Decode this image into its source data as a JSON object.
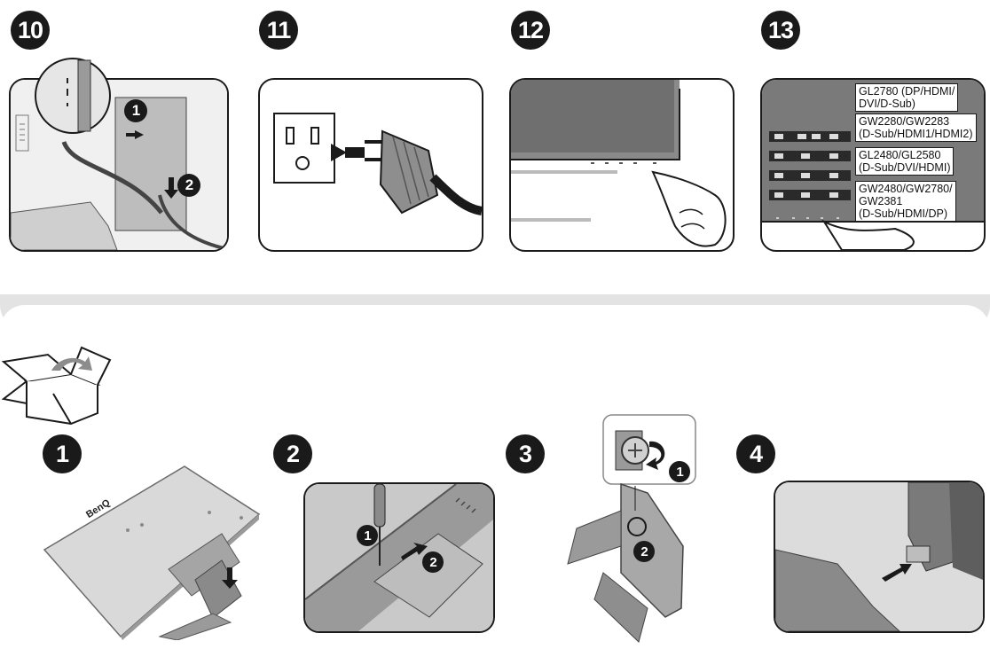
{
  "steps_top": [
    {
      "number": "10"
    },
    {
      "number": "11"
    },
    {
      "number": "12"
    },
    {
      "number": "13"
    }
  ],
  "steps_bottom": [
    {
      "number": "1"
    },
    {
      "number": "2"
    },
    {
      "number": "3"
    },
    {
      "number": "4"
    }
  ],
  "sub_markers": {
    "one": "1",
    "two": "2"
  },
  "brand_logo_text": "BenQ",
  "port_labels": [
    {
      "line1": "GL2780 (DP/HDMI/",
      "line2": "DVI/D-Sub)"
    },
    {
      "line1": "GW2280/GW2283",
      "line2": "(D-Sub/HDMI1/HDMI2)"
    },
    {
      "line1": "GL2480/GL2580",
      "line2": "(D-Sub/DVI/HDMI)"
    },
    {
      "line1": "GW2480/GW2780/",
      "line2": "GW2381",
      "line3": "(D-Sub/HDMI/DP)"
    }
  ],
  "colors": {
    "ink": "#1a1a1a",
    "gray_light": "#d7d7d7",
    "gray_mid": "#a8a8a8",
    "gray_dark": "#6e6e6e",
    "separator": "#e3e3e3"
  }
}
